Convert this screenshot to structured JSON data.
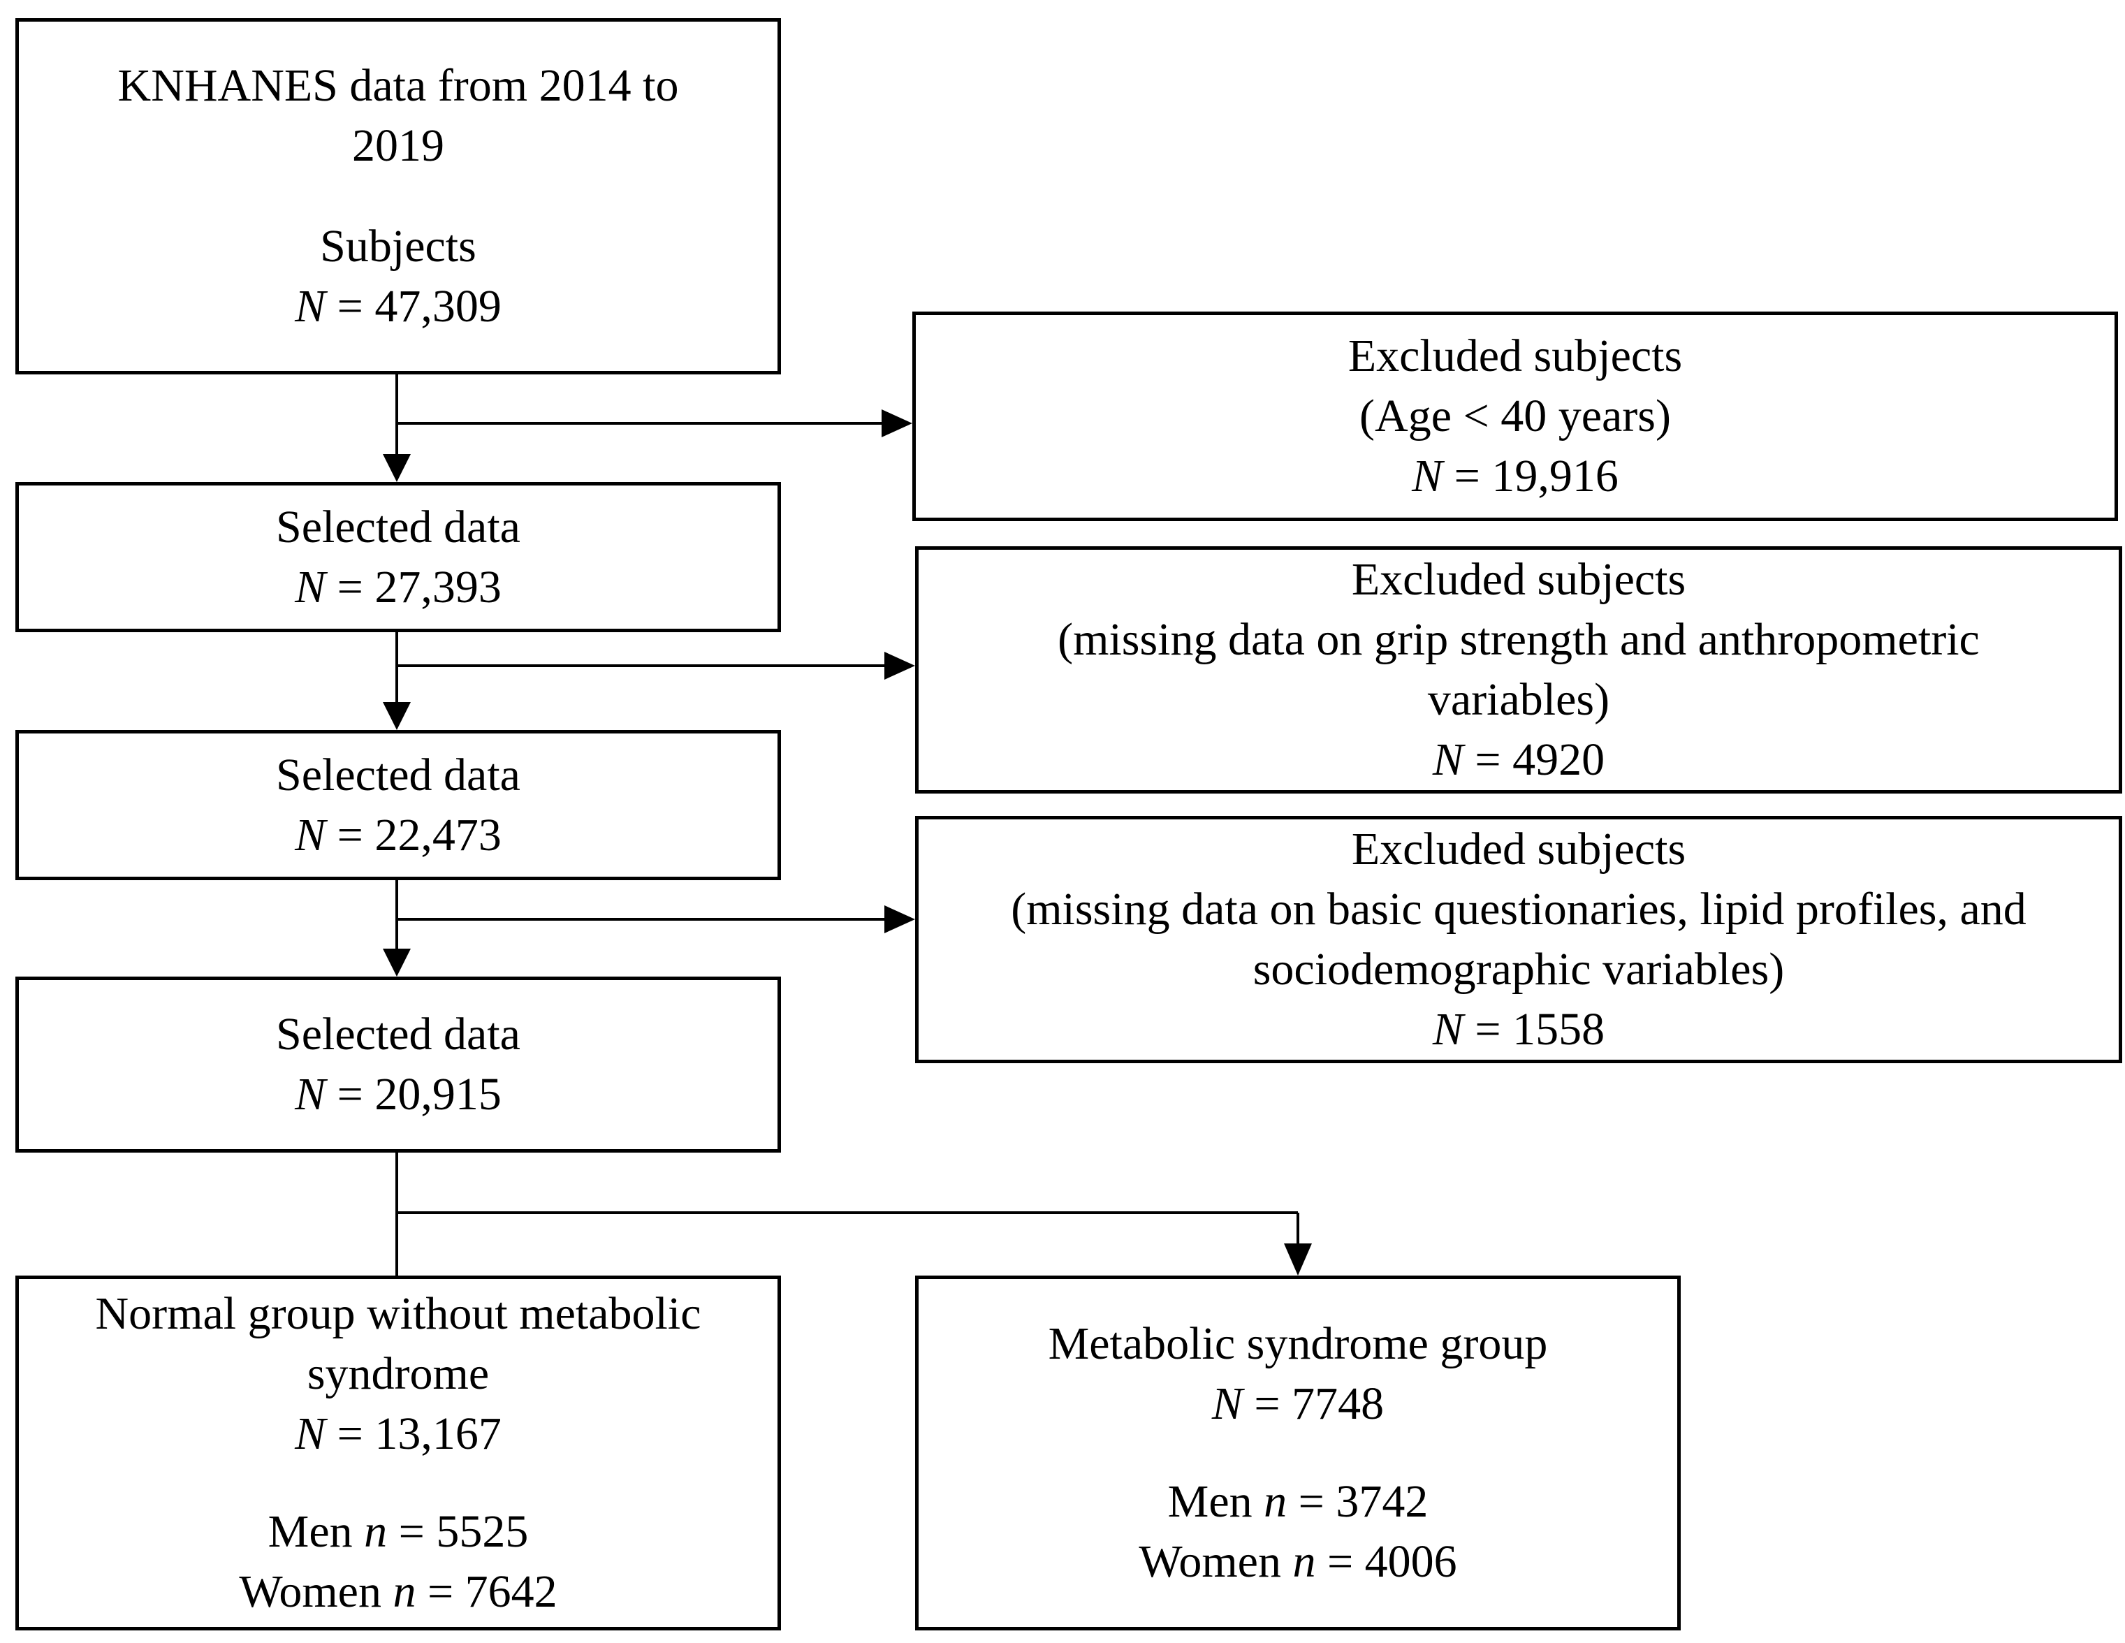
{
  "flowchart": {
    "start": {
      "line1": "KNHANES data from 2014 to",
      "line2": "2019",
      "line3": "Subjects",
      "n_symbol": "N",
      "n_value": " = 47,309"
    },
    "selected_1": {
      "line1": "Selected data",
      "n_symbol": "N",
      "n_value": " = 27,393"
    },
    "selected_2": {
      "line1": "Selected data",
      "n_symbol": "N",
      "n_value": " = 22,473"
    },
    "selected_3": {
      "line1": "Selected data",
      "n_symbol": "N",
      "n_value": " = 20,915"
    },
    "excluded_1": {
      "line1": "Excluded subjects",
      "line2": "(Age < 40 years)",
      "n_symbol": "N",
      "n_value": " = 19,916"
    },
    "excluded_2": {
      "line1": "Excluded subjects",
      "line2": "(missing data on grip strength and anthropometric",
      "line3": "variables)",
      "n_symbol": "N",
      "n_value": " = 4920"
    },
    "excluded_3": {
      "line1": "Excluded subjects",
      "line2": "(missing data on basic questionaries, lipid profiles, and",
      "line3": "sociodemographic variables)",
      "n_symbol": "N",
      "n_value": " = 1558"
    },
    "normal_group": {
      "line1": "Normal group without metabolic",
      "line2": "syndrome",
      "n_symbol": "N",
      "n_value": " = 13,167",
      "men_label": "Men ",
      "men_symbol": "n",
      "men_value": " = 5525",
      "women_label": "Women ",
      "women_symbol": "n",
      "women_value": " = 7642"
    },
    "metabolic_group": {
      "line1": "Metabolic syndrome group",
      "n_symbol": "N",
      "n_value": " = 7748",
      "men_label": "Men ",
      "men_symbol": "n",
      "men_value": " = 3742",
      "women_label": "Women ",
      "women_symbol": "n",
      "women_value": " = 4006"
    }
  },
  "colors": {
    "stroke": "#000000",
    "background": "#ffffff"
  }
}
